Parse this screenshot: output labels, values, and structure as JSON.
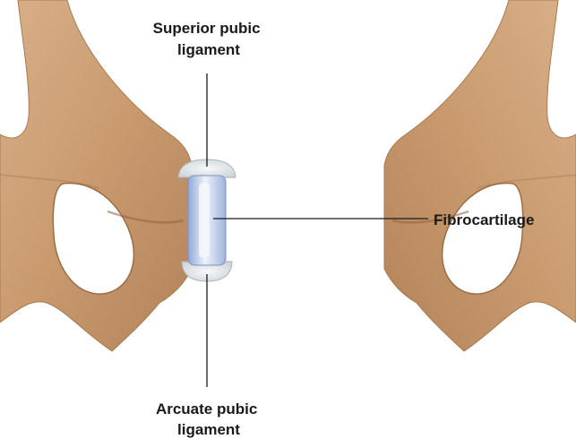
{
  "labels": {
    "superior": [
      "Superior pubic",
      "ligament"
    ],
    "fibrocartilage": "Fibrocartilage",
    "arcuate": [
      "Arcuate pubic",
      "ligament"
    ]
  },
  "colors": {
    "bone_base": "#c99a6e",
    "bone_light": "#ddb892",
    "bone_shadow": "#a87a50",
    "cartilage": "#b8c8e6",
    "cartilage_highlight": "#eef3fb",
    "ligament": "#e9ecef"
  }
}
